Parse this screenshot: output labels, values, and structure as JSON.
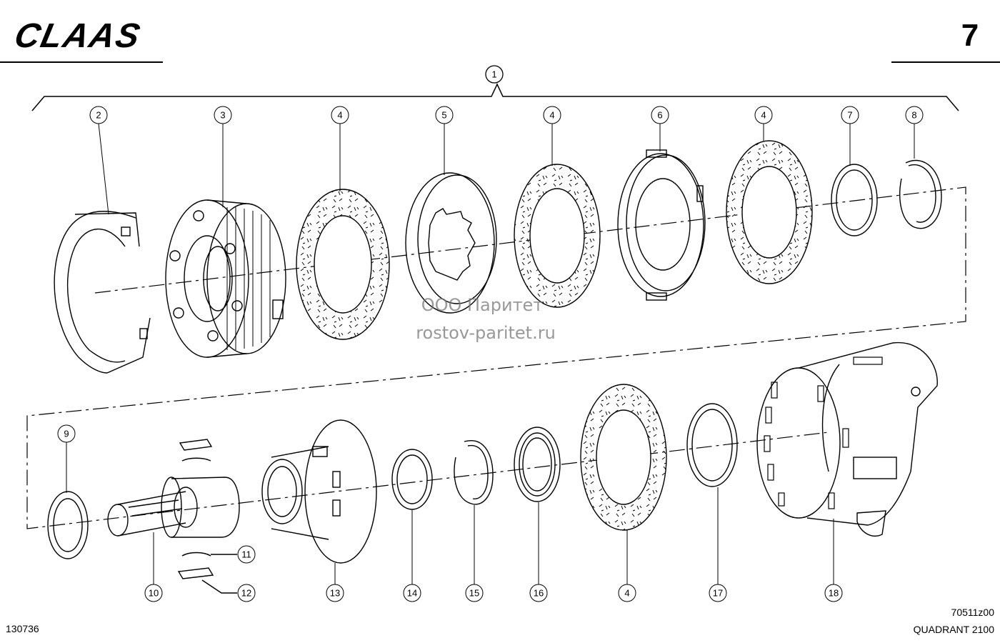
{
  "brand": "CLAAS",
  "page_number": "7",
  "group_label": "1",
  "parts_top": [
    "2",
    "3",
    "4",
    "5",
    "4",
    "6",
    "4",
    "7",
    "8"
  ],
  "parts_bottom": [
    "9",
    "10",
    "11",
    "12",
    "13",
    "14",
    "15",
    "16",
    "4",
    "17",
    "18"
  ],
  "watermark": {
    "line1": "ООО Паритет",
    "line2": "rostov-paritet.ru"
  },
  "footer": {
    "left_code": "130736",
    "right_code": "70511z00",
    "model": "QUADRANT 2100"
  }
}
